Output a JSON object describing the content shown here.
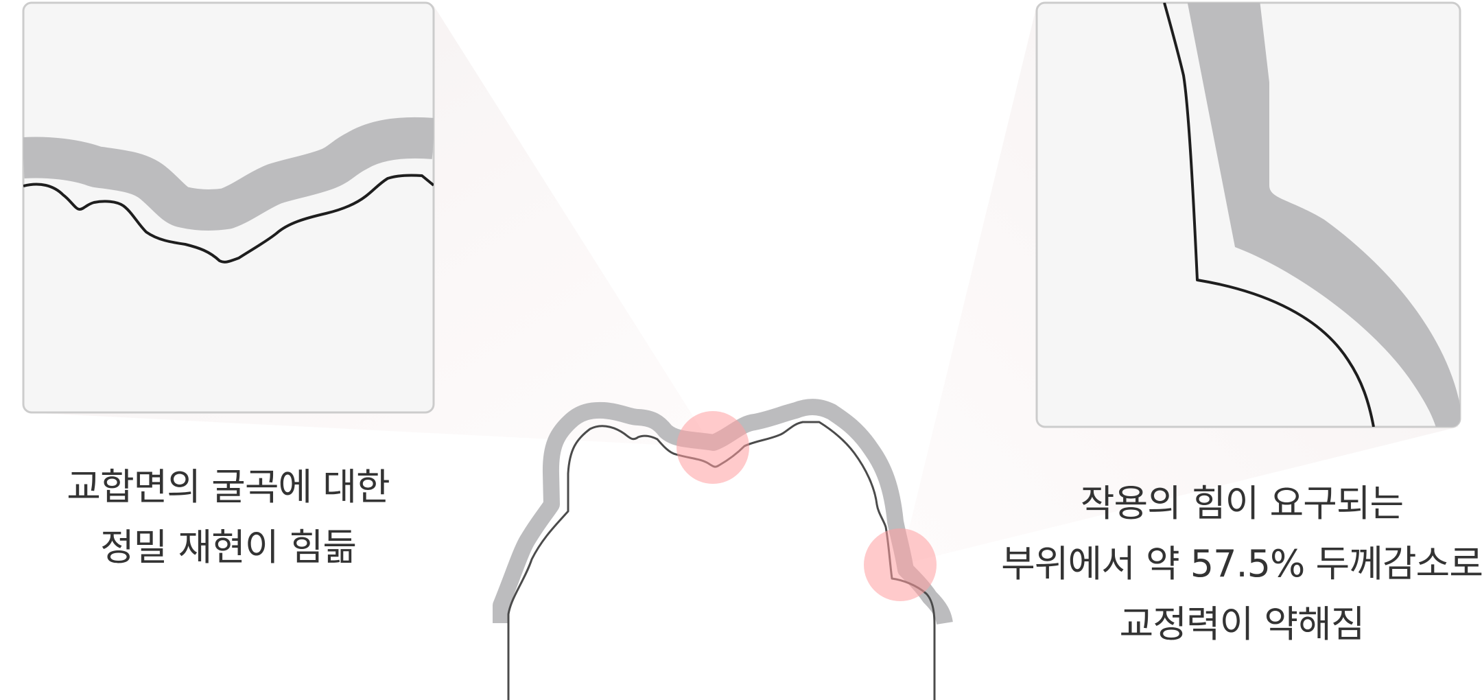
{
  "captions": {
    "left": {
      "line1": "교합면의 굴곡에 대한",
      "line2": "정밀 재현이 힘듦"
    },
    "right": {
      "line1": "작용의 힘이 요구되는",
      "line2": "부위에서 약 57.5% 두께감소로",
      "line3": "교정력이 약해짐"
    }
  },
  "colors": {
    "aligner_gray": "#bcbcbe",
    "tooth_outline": "#1e1e1e",
    "highlight_red": "#ff9ea0",
    "panel_background": "#f6f6f6",
    "panel_border": "#cccccc",
    "text": "#333333"
  },
  "icons": {
    "left_zoom_panel": "occlusal-surface-magnifier",
    "right_zoom_panel": "cervical-edge-magnifier",
    "left_marker": "highlight-circle",
    "right_marker": "highlight-circle"
  }
}
